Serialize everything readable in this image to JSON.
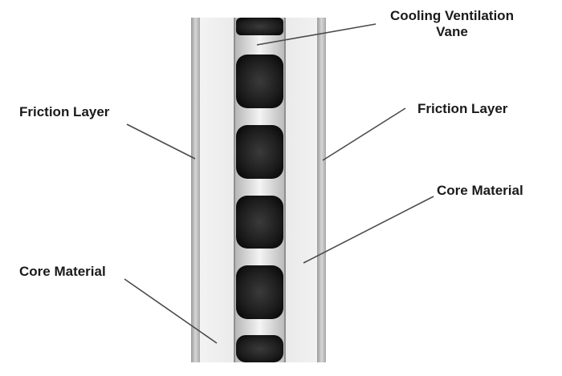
{
  "labels": {
    "cooling_vane_line1": "Cooling Ventilation",
    "cooling_vane_line2": "Vane",
    "friction_layer_left": "Friction Layer",
    "friction_layer_right": "Friction Layer",
    "core_material_right": "Core Material",
    "core_material_left": "Core Material"
  }
}
